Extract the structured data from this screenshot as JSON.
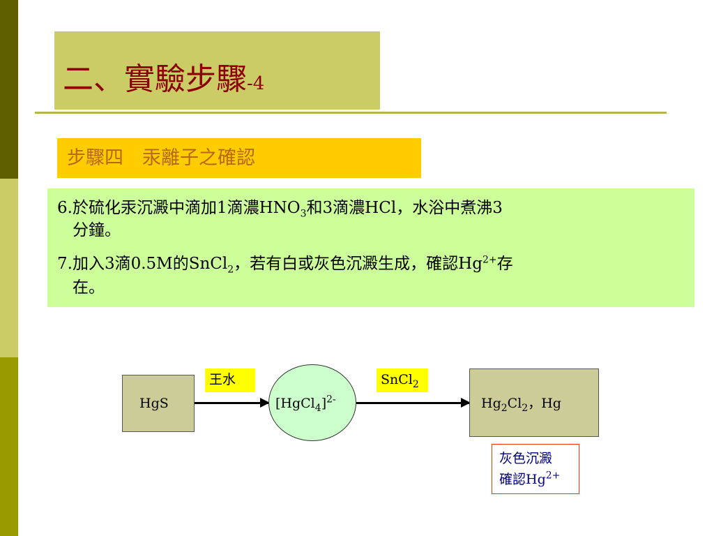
{
  "title": {
    "main": "二、實驗步驟",
    "suffix": "-4"
  },
  "step": {
    "label": "步驟四　汞離子之確認"
  },
  "body": {
    "line6": {
      "num": "6.",
      "a": "於硫化汞沉澱中滴加1滴濃HNO",
      "sub": "3",
      "b": "和3滴濃HCl，水浴中煮沸3",
      "cont": "分鐘。"
    },
    "line7": {
      "num": "7.",
      "a": "加入3滴0.5M的SnCl",
      "sub": "2",
      "b": "，若有白或灰色沉澱生成，確認Hg",
      "sup": "2+",
      "c": "存",
      "cont": "在。"
    }
  },
  "diagram": {
    "node1": "HgS",
    "reagent1": "王水",
    "node2": {
      "a": "[HgCl",
      "sub": "4",
      "b": "]",
      "sup": "2-"
    },
    "reagent2": {
      "a": "SnCl",
      "sub": "2"
    },
    "node3": {
      "a": "Hg",
      "sub1": "2",
      "b": "Cl",
      "sub2": "2",
      "c": "，Hg"
    },
    "note": {
      "line1": "灰色沉澱",
      "line2a": "確認Hg",
      "line2sup": "2+"
    }
  },
  "colors": {
    "title": "#8b0000",
    "title_box": "#cccc66",
    "step_box": "#ffcc00",
    "step_text": "#b8661a",
    "green_box": "#ccff99",
    "node_fill": "#cccc99",
    "ellipse_fill": "#ccffcc",
    "label_fill": "#ffff00",
    "note_border": "#ff3300",
    "note_text": "#000080"
  }
}
